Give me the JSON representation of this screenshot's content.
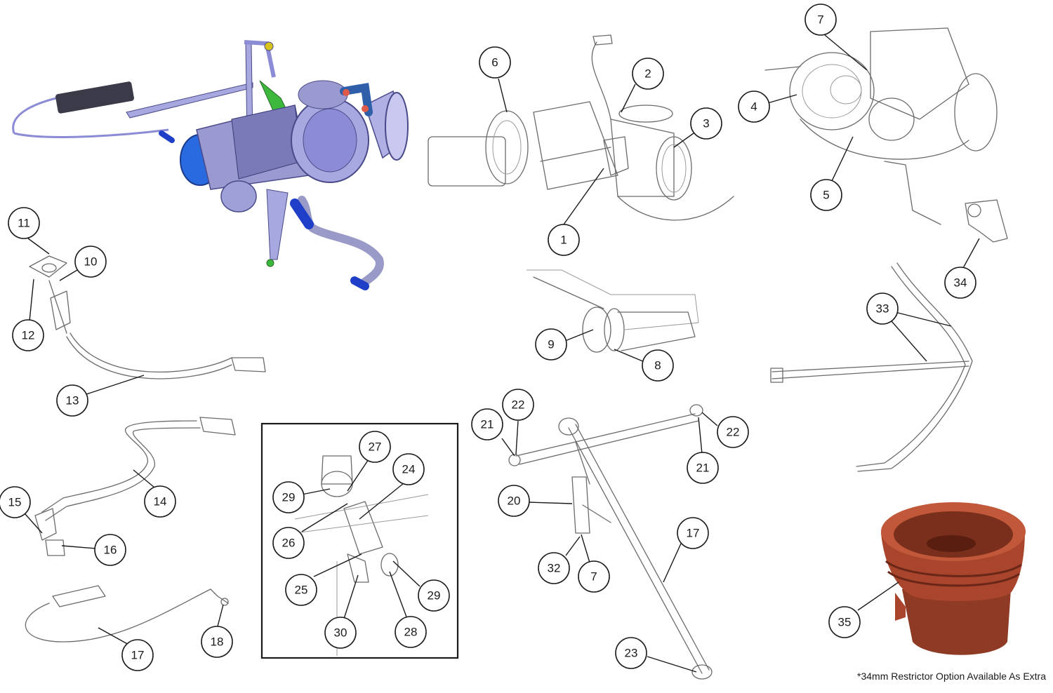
{
  "callouts": {
    "c1": "1",
    "c2": "2",
    "c3": "3",
    "c4": "4",
    "c5": "5",
    "c6": "6",
    "c7a": "7",
    "c7b": "7",
    "c8": "8",
    "c9": "9",
    "c10": "10",
    "c11": "11",
    "c12": "12",
    "c13": "13",
    "c14": "14",
    "c15": "15",
    "c16": "16",
    "c17a": "17",
    "c17b": "17",
    "c18": "18",
    "c20": "20",
    "c21a": "21",
    "c21b": "21",
    "c22a": "22",
    "c22b": "22",
    "c23": "23",
    "c24": "24",
    "c25": "25",
    "c26": "26",
    "c27": "27",
    "c28": "28",
    "c29a": "29",
    "c29b": "29",
    "c30": "30",
    "c32": "32",
    "c33": "33",
    "c34": "34",
    "c35": "35"
  },
  "footnote": "*34mm Restrictor Option Available As Extra",
  "colors": {
    "assembly_blue": "#8c8cd6",
    "assembly_dark": "#4a4a8a",
    "fitting_blue": "#1f3fc8",
    "restrictor_red": "#a8452c",
    "outline": "#6b6b6b"
  }
}
